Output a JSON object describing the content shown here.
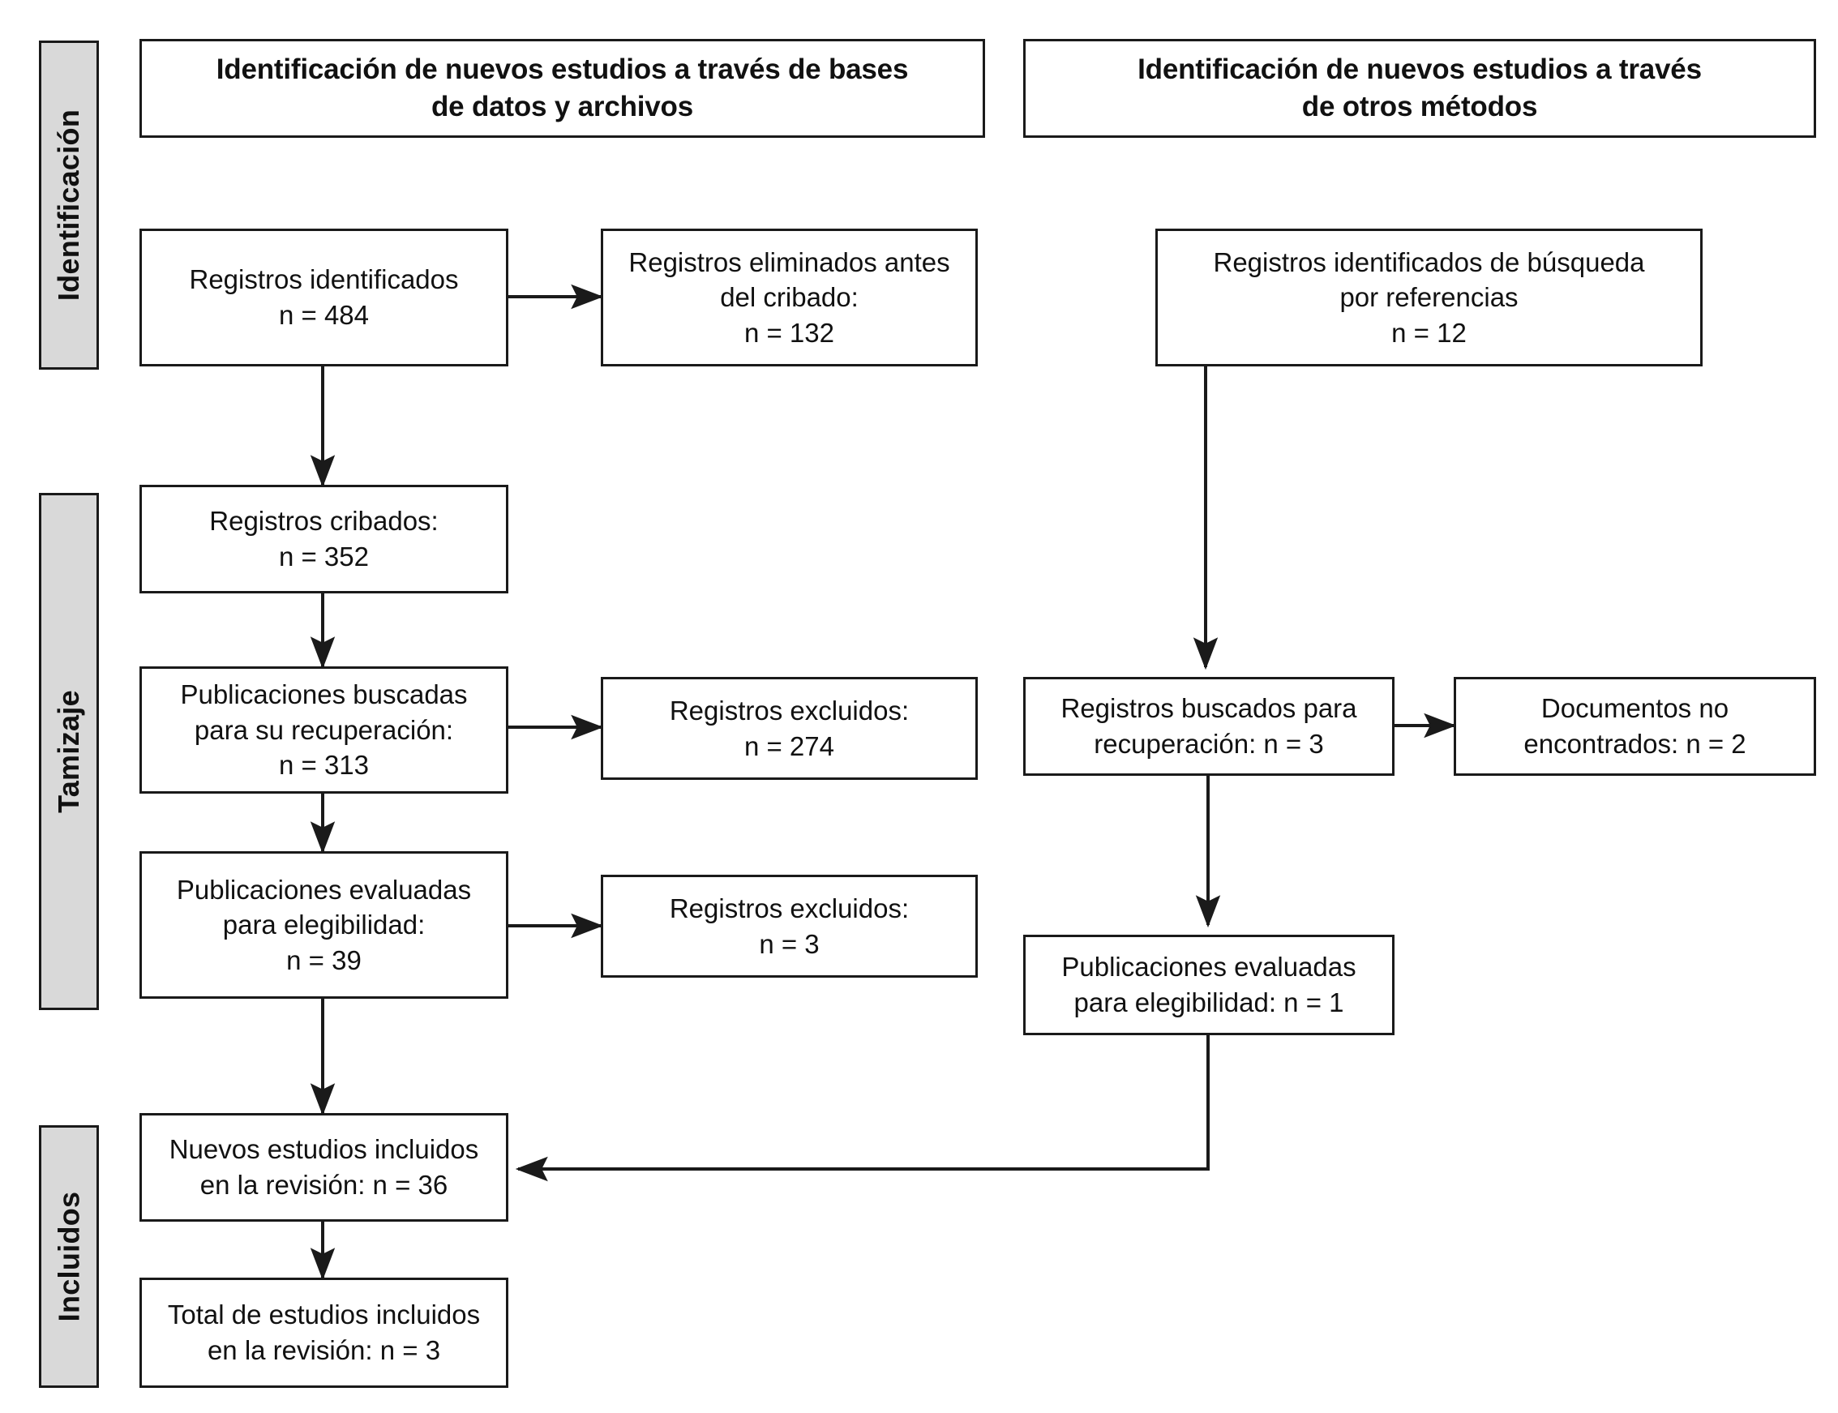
{
  "diagram": {
    "title": "PRISMA 2020 flow diagram",
    "language": "es",
    "colors": {
      "band_fill": "#d9d9d9",
      "box_fill": "#ffffff",
      "stroke": "#1a1a1a",
      "text": "#111111"
    }
  },
  "bands": [
    {
      "id": "identificacion",
      "label": "Identificación"
    },
    {
      "id": "tamizaje",
      "label": "Tamizaje"
    },
    {
      "id": "incluidos",
      "label": "Incluidos"
    }
  ],
  "headers": {
    "left": "Identificación de nuevos estudios a través de bases\nde datos y archivos",
    "right": "Identificación de nuevos estudios a través\nde otros métodos"
  },
  "nodes": {
    "records_identified": "Registros identificados\nn = 484",
    "records_removed": "Registros eliminados antes\ndel cribado:\nn = 132",
    "records_screened": "Registros cribados:\nn = 352",
    "reports_sought": "Publicaciones buscadas\npara su recuperación:\nn = 313",
    "records_excluded_274": "Registros excluidos:\nn = 274",
    "reports_assessed": "Publicaciones evaluadas\npara elegibilidad:\nn = 39",
    "records_excluded_3": "Registros excluidos:\nn = 3",
    "new_studies_included": "Nuevos estudios incluidos\nen la revisión: n = 36",
    "total_studies_included": "Total de estudios incluidos\nen la revisión: n = 3",
    "records_from_references": "Registros identificados de búsqueda\npor referencias\nn = 12",
    "reports_sought_other": "Registros buscados para\nrecuperación: n = 3",
    "reports_not_retrieved": "Documentos no\nencontrados: n = 2",
    "reports_assessed_other": "Publicaciones evaluadas\npara elegibilidad: n = 1"
  },
  "chart_data": {
    "type": "diagram",
    "title": "Diagrama de flujo PRISMA 2020",
    "columns": [
      "Identificación de nuevos estudios a través de bases de datos y archivos",
      "Identificación de nuevos estudios a través de otros métodos"
    ],
    "stages": [
      "Identificación",
      "Tamizaje",
      "Incluidos"
    ],
    "counts": {
      "registros_identificados": 484,
      "registros_eliminados_antes_del_cribado": 132,
      "registros_cribados": 352,
      "publicaciones_buscadas_para_su_recuperacion": 313,
      "registros_excluidos_recuperacion": 274,
      "publicaciones_evaluadas_para_elegibilidad": 39,
      "registros_excluidos_elegibilidad": 3,
      "nuevos_estudios_incluidos_en_la_revision": 36,
      "total_de_estudios_incluidos_en_la_revision": 3,
      "registros_identificados_de_busqueda_por_referencias": 12,
      "registros_buscados_para_recuperacion_otros": 3,
      "documentos_no_encontrados": 2,
      "publicaciones_evaluadas_para_elegibilidad_otros": 1
    },
    "edges": [
      {
        "from": "registros_identificados",
        "to": "registros_eliminados_antes_del_cribado",
        "dir": "right"
      },
      {
        "from": "registros_identificados",
        "to": "registros_cribados",
        "dir": "down"
      },
      {
        "from": "registros_cribados",
        "to": "publicaciones_buscadas_para_su_recuperacion",
        "dir": "down"
      },
      {
        "from": "publicaciones_buscadas_para_su_recuperacion",
        "to": "registros_excluidos_recuperacion",
        "dir": "right"
      },
      {
        "from": "publicaciones_buscadas_para_su_recuperacion",
        "to": "publicaciones_evaluadas_para_elegibilidad",
        "dir": "down"
      },
      {
        "from": "publicaciones_evaluadas_para_elegibilidad",
        "to": "registros_excluidos_elegibilidad",
        "dir": "right"
      },
      {
        "from": "publicaciones_evaluadas_para_elegibilidad",
        "to": "nuevos_estudios_incluidos_en_la_revision",
        "dir": "down"
      },
      {
        "from": "nuevos_estudios_incluidos_en_la_revision",
        "to": "total_de_estudios_incluidos_en_la_revision",
        "dir": "down"
      },
      {
        "from": "registros_identificados_de_busqueda_por_referencias",
        "to": "registros_buscados_para_recuperacion_otros",
        "dir": "down"
      },
      {
        "from": "registros_buscados_para_recuperacion_otros",
        "to": "documentos_no_encontrados",
        "dir": "right"
      },
      {
        "from": "registros_buscados_para_recuperacion_otros",
        "to": "publicaciones_evaluadas_para_elegibilidad_otros",
        "dir": "down"
      },
      {
        "from": "publicaciones_evaluadas_para_elegibilidad_otros",
        "to": "nuevos_estudios_incluidos_en_la_revision",
        "dir": "elbow-left"
      }
    ]
  }
}
